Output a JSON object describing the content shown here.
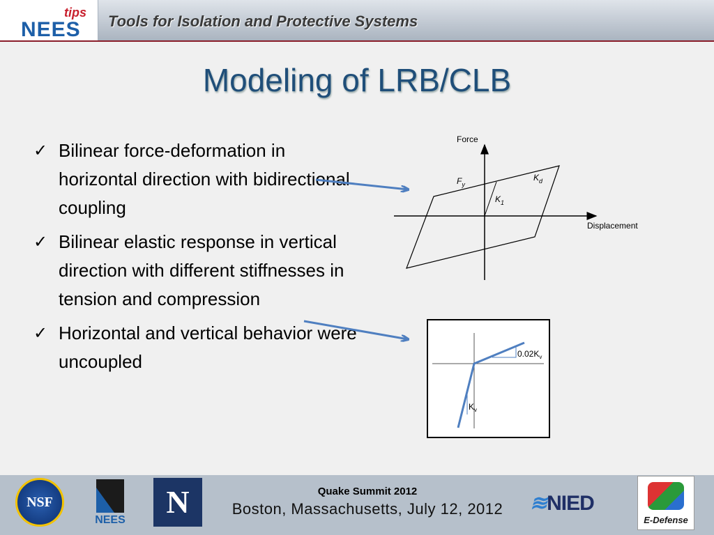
{
  "header": {
    "logo_main": "NEES",
    "logo_sub": "tips",
    "title": "Tools for Isolation and Protective Systems"
  },
  "slide": {
    "title": "Modeling of LRB/CLB",
    "bullets": [
      "Bilinear force-deformation in horizontal direction with bidirectional coupling",
      "Bilinear elastic response in vertical direction with different stiffnesses in tension and compression",
      "Horizontal and vertical behavior were uncoupled"
    ],
    "bullet_marker": "✓"
  },
  "hysteresis_plot": {
    "y_label": "Force",
    "x_label": "Displacement",
    "fy_label": "F",
    "fy_sub": "y",
    "kd_label": "K",
    "kd_sub": "d",
    "k1_label": "K",
    "k1_sub": "1"
  },
  "vertical_plot": {
    "upper_label": "0.02K",
    "upper_sub": "v",
    "lower_label": "K",
    "lower_sub": "v"
  },
  "footer": {
    "event": "Quake Summit 2012",
    "place": "Boston, Massachusetts, July 12, 2012",
    "logos": {
      "nsf": "NSF",
      "nees": "NEES",
      "unr": "N",
      "nied": "NIED",
      "edefense": "E-Defense"
    }
  },
  "colors": {
    "title": "#1f4e79",
    "arrow": "#4f7fc0",
    "header_border": "#8a1d2a"
  }
}
